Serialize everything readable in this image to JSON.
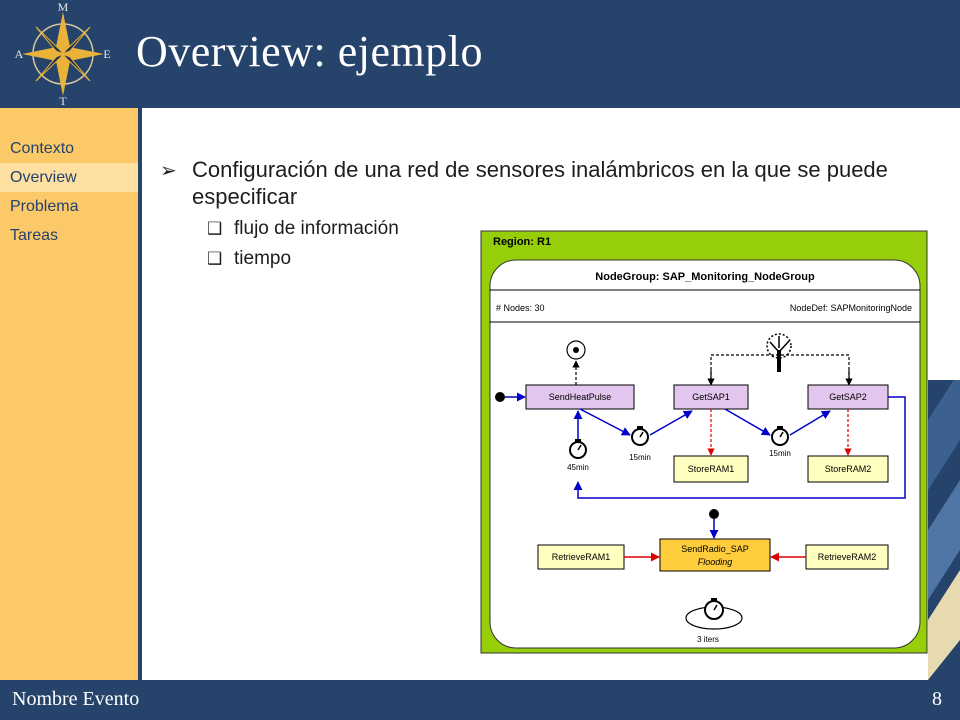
{
  "header": {
    "title": "Overview: ejemplo",
    "compass_letters": {
      "north": "M",
      "west": "A",
      "east": "E",
      "south": "T"
    }
  },
  "sidebar": {
    "items": [
      {
        "label": "Contexto",
        "active": false
      },
      {
        "label": "Overview",
        "active": true
      },
      {
        "label": "Problema",
        "active": false
      },
      {
        "label": "Tareas",
        "active": false
      }
    ]
  },
  "content": {
    "bullet": "Configuración de una red de sensores inalámbricos en la que se puede especificar",
    "subitems": [
      "flujo de información",
      "tiempo"
    ]
  },
  "diagram": {
    "region_label": "Region: R1",
    "nodegroup_label": "NodeGroup: SAP_Monitoring_NodeGroup",
    "nodes_label": "# Nodes: 30",
    "nodedef_label": "NodeDef: SAPMonitoringNode",
    "nodes": {
      "send_heat_pulse": "SendHeatPulse",
      "get_sap1": "GetSAP1",
      "get_sap2": "GetSAP2",
      "store_ram1": "StoreRAM1",
      "store_ram2": "StoreRAM2",
      "send_radio_line1": "SendRadio_SAP",
      "send_radio_line2": "Flooding",
      "retrieve_ram1": "RetrieveRAM1",
      "retrieve_ram2": "RetrieveRAM2"
    },
    "timers": {
      "t1": "15min",
      "t2": "15min",
      "t3": "45min",
      "t4": "3 iters"
    },
    "colors": {
      "region_bg": "#96cf0a",
      "process_fill": "#e3c6ee",
      "store_fill": "#ffffc0",
      "radio_fill": "#ffcd3c",
      "flow_blue": "#0000cc",
      "flow_red": "#dd0000"
    }
  },
  "footer": {
    "event": "Nombre Evento",
    "page": "8"
  }
}
